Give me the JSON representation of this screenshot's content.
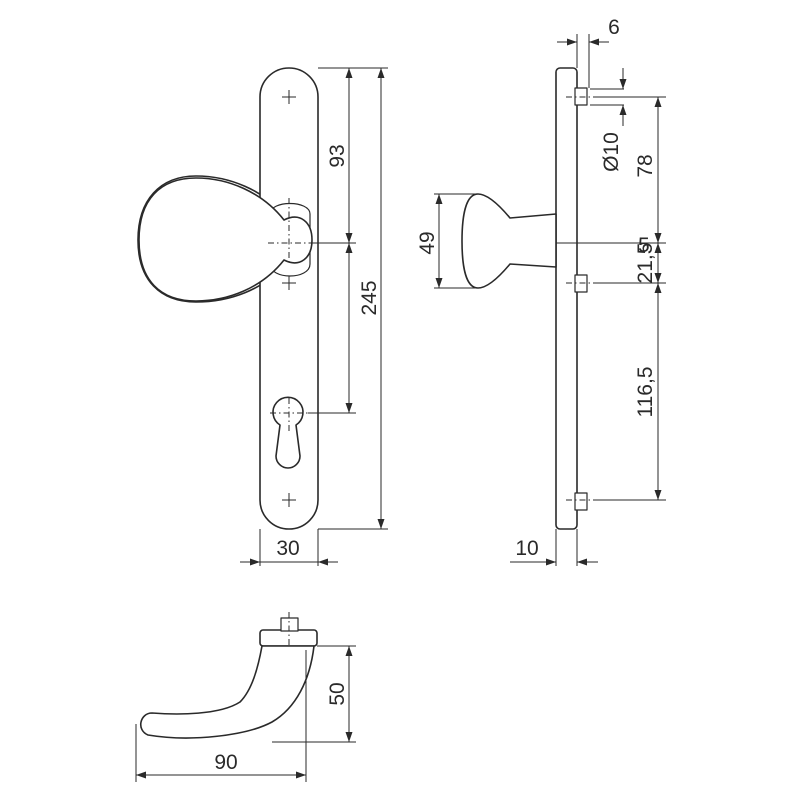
{
  "dimensions": {
    "front_plate_width": "30",
    "spindle_to_top_screw": "93",
    "plate_height": "245",
    "screw_offset": "6",
    "screw_diameter": "Ø10",
    "top_screw_to_spindle": "78",
    "spindle_offset": "5",
    "spindle_to_middle_screw": "21,5",
    "middle_to_bottom_screw": "116,5",
    "plate_thickness": "10",
    "knob_height": "49",
    "lever_height": "50",
    "lever_length": "90"
  },
  "colors": {
    "line": "#2a2a2a",
    "background": "#ffffff"
  }
}
